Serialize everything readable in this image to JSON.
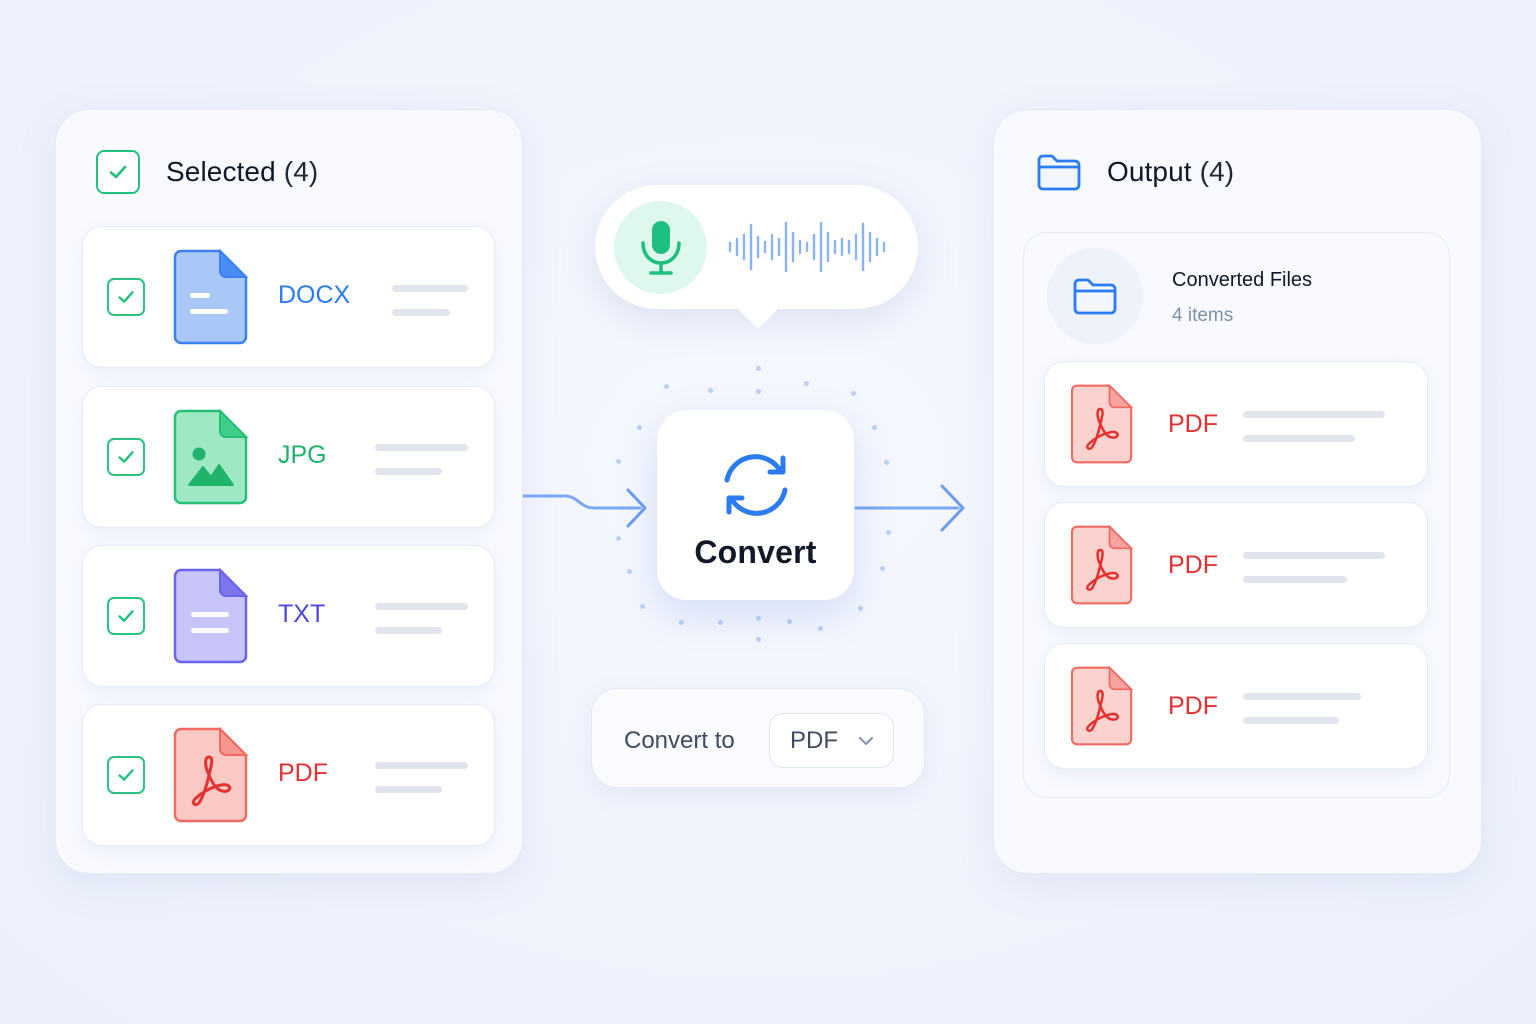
{
  "colors": {
    "accent_blue": "#2a7cf0",
    "accent_green": "#22c27e",
    "docx": "#2a7cf0",
    "jpg": "#1fb36c",
    "txt": "#5146e0",
    "pdf": "#e5312f",
    "background": "#eff3fc"
  },
  "selected_panel": {
    "title": "Selected",
    "count": "(4)",
    "icon": "checkbox-checked-icon",
    "files": [
      {
        "type": "DOCX",
        "icon": "docx-file-icon",
        "checked": true
      },
      {
        "type": "JPG",
        "icon": "image-file-icon",
        "checked": true
      },
      {
        "type": "TXT",
        "icon": "text-file-icon",
        "checked": true
      },
      {
        "type": "PDF",
        "icon": "pdf-file-icon",
        "checked": true
      }
    ]
  },
  "voice_input": {
    "icon": "microphone-icon",
    "waveform_icon": "waveform-icon"
  },
  "converter": {
    "icon": "refresh-icon",
    "label": "Convert"
  },
  "convert_to": {
    "label": "Convert to",
    "selected_format": "PDF",
    "dropdown_icon": "chevron-down-icon"
  },
  "output_panel": {
    "title": "Output",
    "count": "(4)",
    "icon": "folder-icon",
    "folder": {
      "name": "Converted Files",
      "item_count": "4 items",
      "icon": "folder-icon"
    },
    "files": [
      {
        "type": "PDF",
        "icon": "pdf-file-icon"
      },
      {
        "type": "PDF",
        "icon": "pdf-file-icon"
      },
      {
        "type": "PDF",
        "icon": "pdf-file-icon"
      }
    ]
  }
}
